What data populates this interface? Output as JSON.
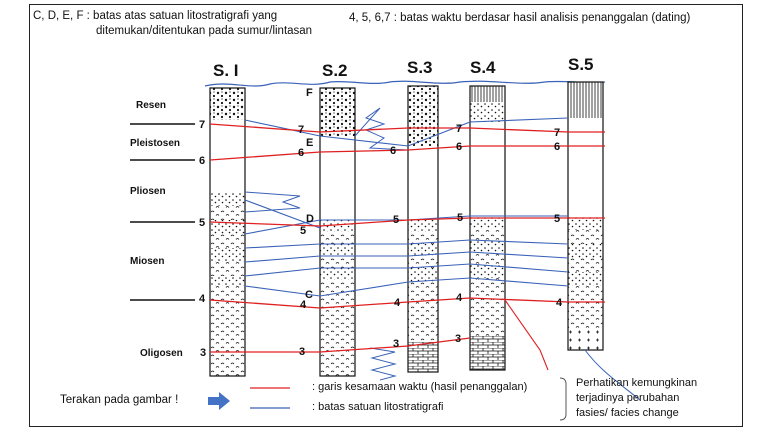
{
  "header": {
    "left_line1": "C, D, E, F : batas atas satuan litostratigrafi yang",
    "left_line2": "ditemukan/ditentukan  pada sumur/lintasan",
    "right": "4, 5, 6,7 : batas waktu berdasar hasil analisis penanggalan (dating)"
  },
  "wells": [
    "S. I",
    "S.2",
    "S.3",
    "S.4",
    "S.5"
  ],
  "epochs": [
    "Resen",
    "Pleistosen",
    "Pliosen",
    "Miosen",
    "Oligosen"
  ],
  "time_markers": [
    "7",
    "6",
    "5",
    "4",
    "3"
  ],
  "unit_markers": [
    "F",
    "E",
    "D",
    "C"
  ],
  "legend": {
    "prompt": "Terakan pada gambar !",
    "red_label": ": garis kesamaan waktu (hasil penanggalan)",
    "blue_label": ": batas satuan litostratigrafi",
    "red_color": "#e02020",
    "blue_color": "#3a62b8",
    "arrow_color": "#4472c4",
    "arrow_icon": "right-arrow-icon"
  },
  "side_note": {
    "line1": "Perhatikan kemungkinan",
    "line2": "terjadinya perubahan",
    "line3": "fasies/ facies change"
  }
}
